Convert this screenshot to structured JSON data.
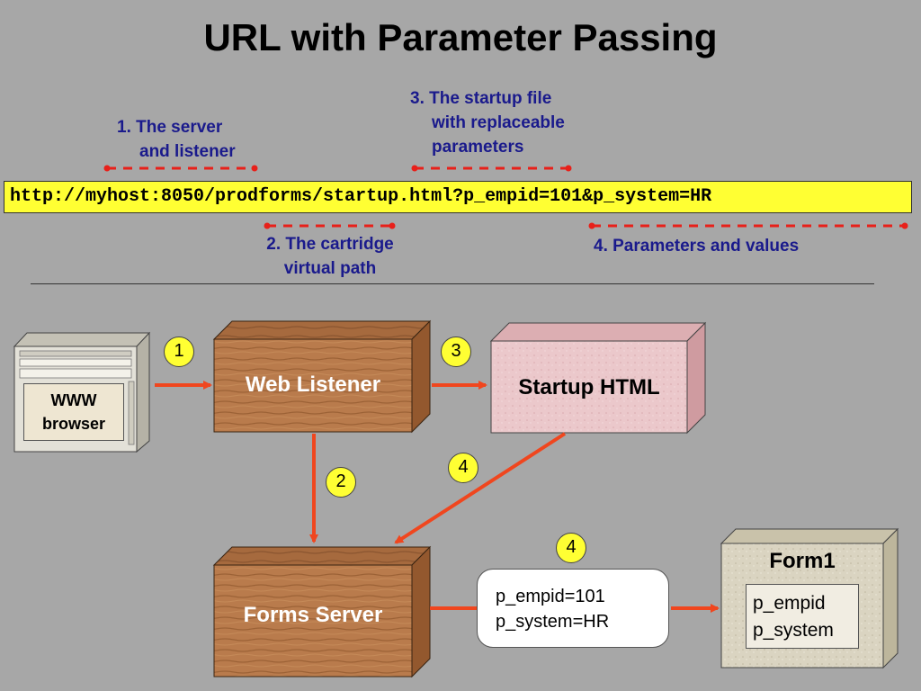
{
  "title": "URL with Parameter Passing",
  "annotations": {
    "server_listener": {
      "line1": "1. The server",
      "line2": "and listener"
    },
    "cartridge_path": {
      "line1": "2. The cartridge",
      "line2": "virtual path"
    },
    "startup_file": {
      "line1": "3. The startup file",
      "line2": "with replaceable",
      "line3": "parameters"
    },
    "params_values": {
      "line1": "4. Parameters and values"
    }
  },
  "url": "http://myhost:8050/prodforms/startup.html?p_empid=101&p_system=HR",
  "nodes": {
    "browser": {
      "line1": "WWW",
      "line2": "browser"
    },
    "web_listener": "Web Listener",
    "startup_html": "Startup HTML",
    "forms_server": "Forms Server",
    "form1": {
      "title": "Form1",
      "field1": "p_empid",
      "field2": "p_system"
    }
  },
  "params": {
    "line1": "p_empid=101",
    "line2": "p_system=HR"
  },
  "badges": {
    "b1": "1",
    "b2": "2",
    "b3": "3",
    "b4a": "4",
    "b4b": "4"
  },
  "colors": {
    "background": "#a7a7a7",
    "url_highlight": "#ffff33",
    "annotation_text": "#1a1a8c",
    "dash_marker": "#e8201a",
    "arrow": "#f0461e",
    "wood": "#b5784a",
    "pink": "#e9c5c8",
    "stone": "#d8d2bf"
  }
}
